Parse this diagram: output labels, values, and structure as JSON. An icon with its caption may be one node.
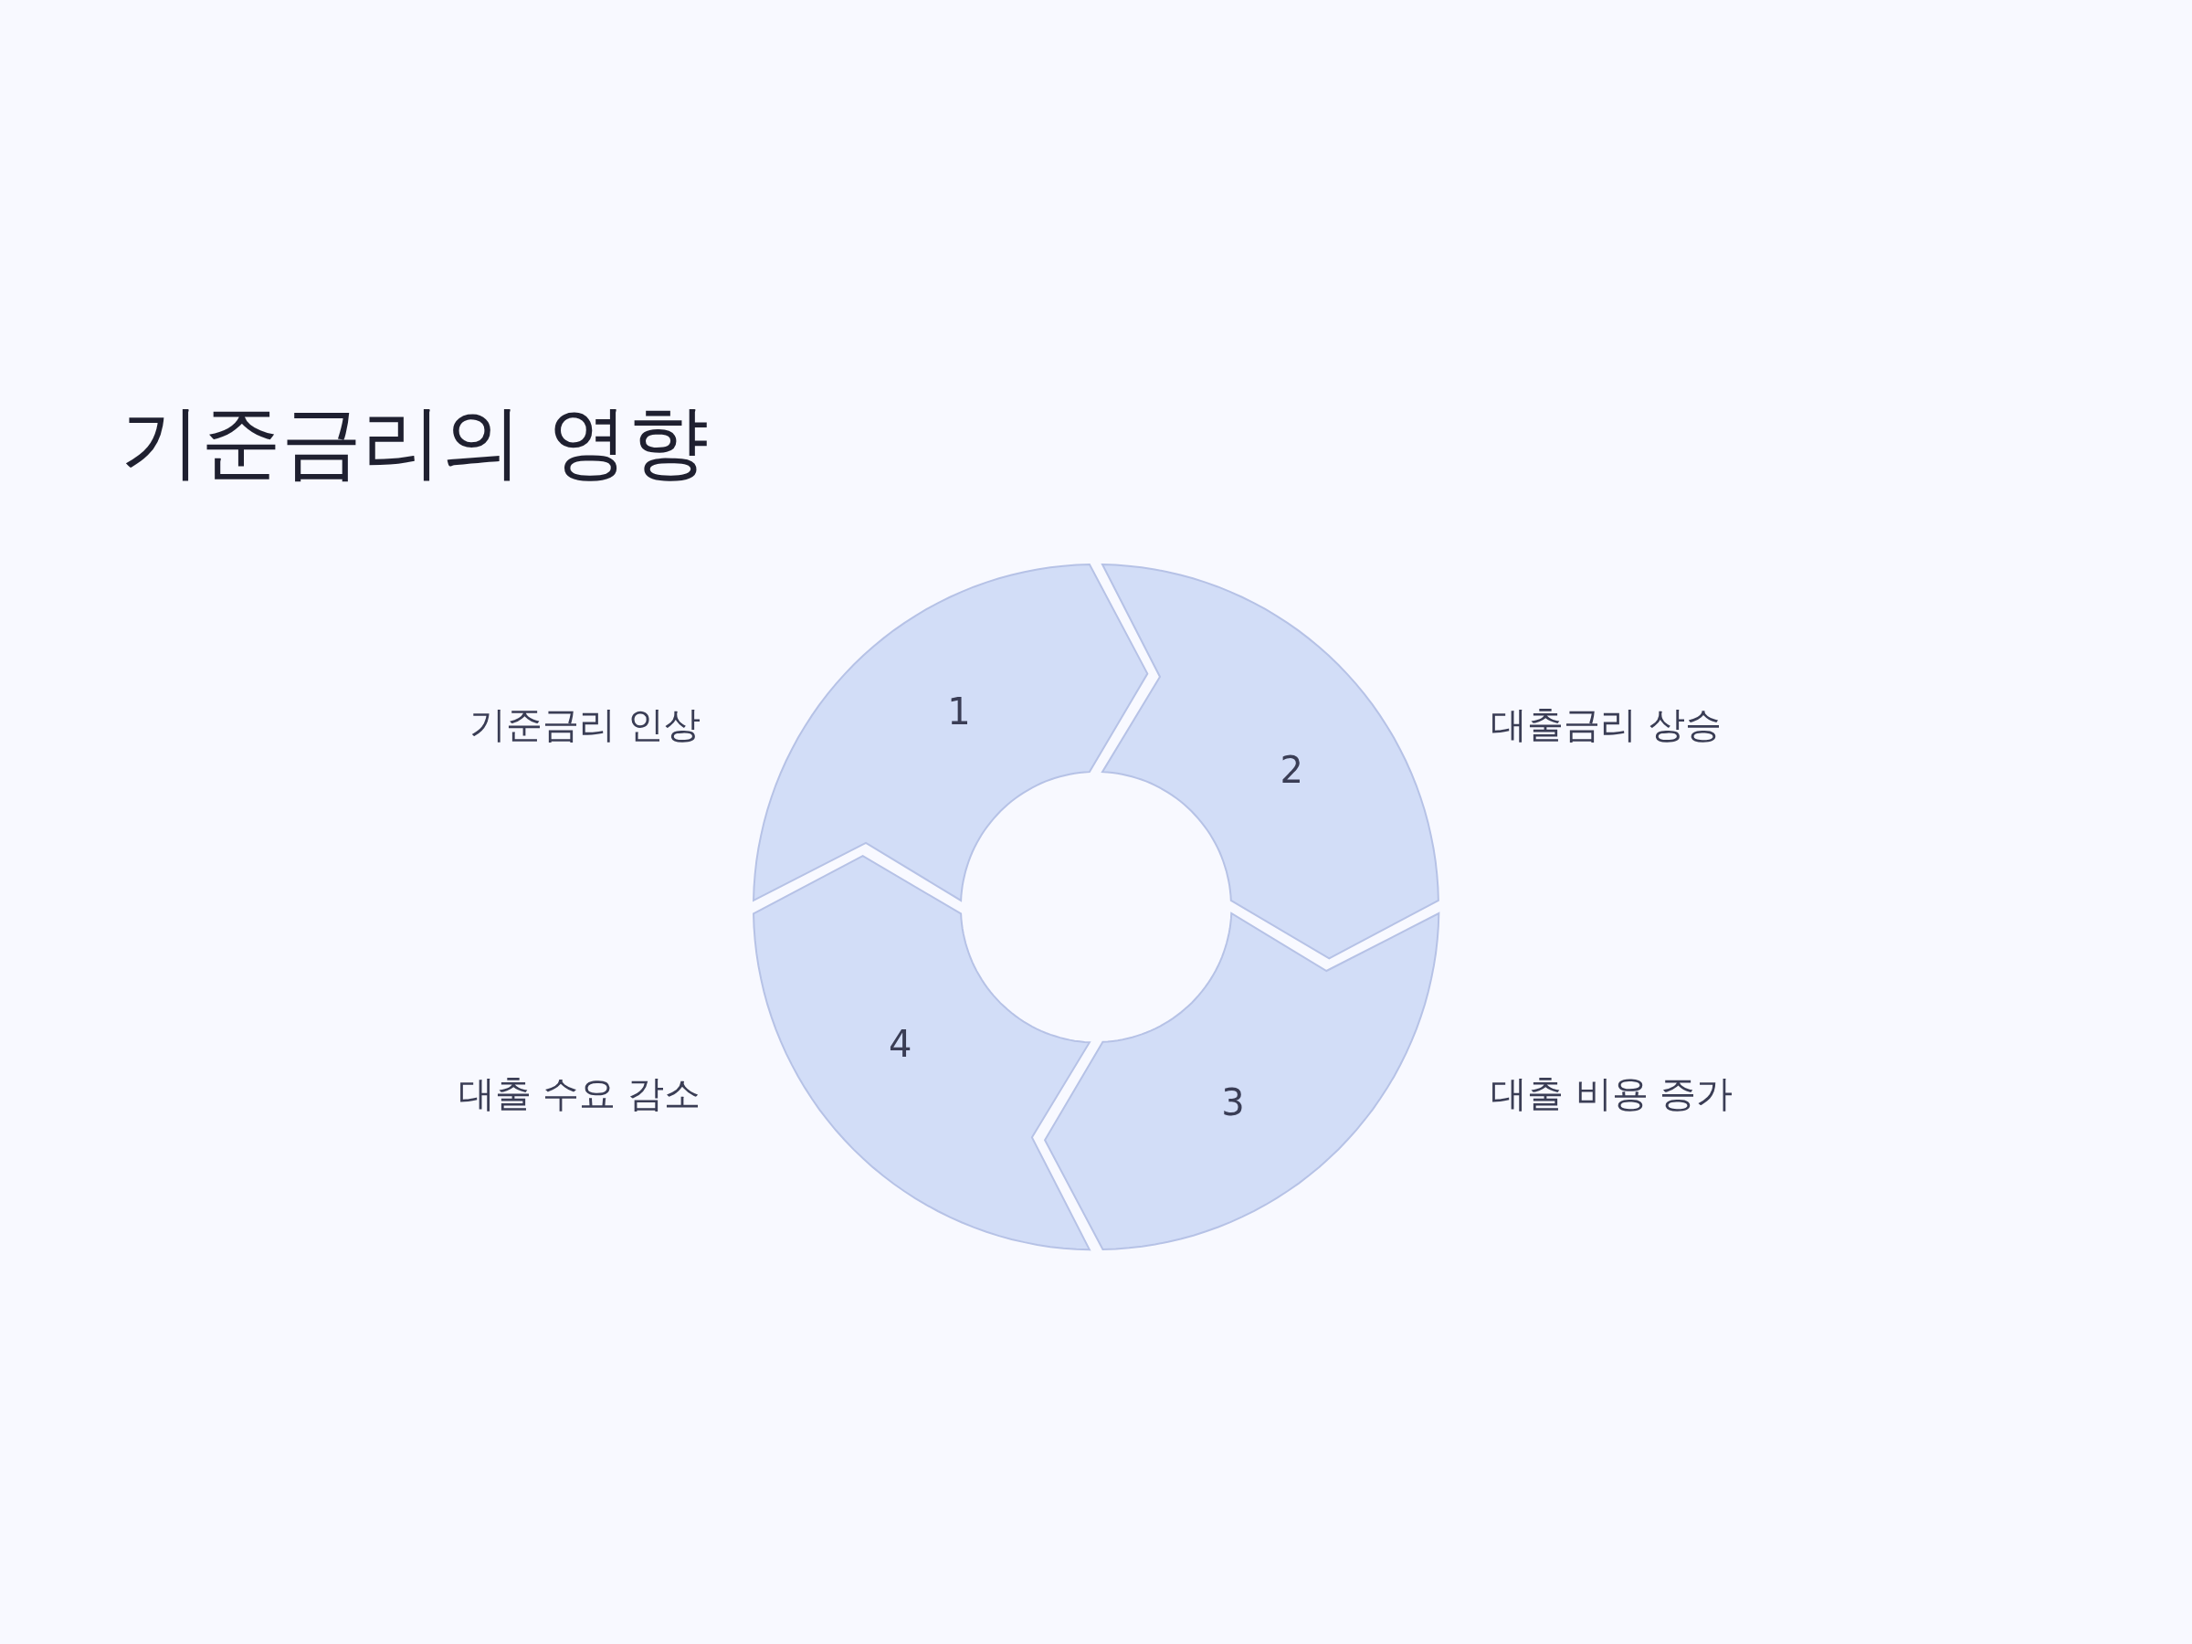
{
  "diagram": {
    "title": "기준금리의 영향",
    "nodes": [
      {
        "text": [
          "1"
        ],
        "beside": [
          "기준금리 인상"
        ]
      },
      {
        "text": [
          "2"
        ],
        "beside": [
          "대출금리 상승"
        ]
      },
      {
        "text": [
          "3"
        ],
        "beside": [
          "대출 비용 증가"
        ]
      },
      {
        "text": [
          "4"
        ],
        "beside": [
          "대출 수요 감소"
        ]
      }
    ]
  }
}
